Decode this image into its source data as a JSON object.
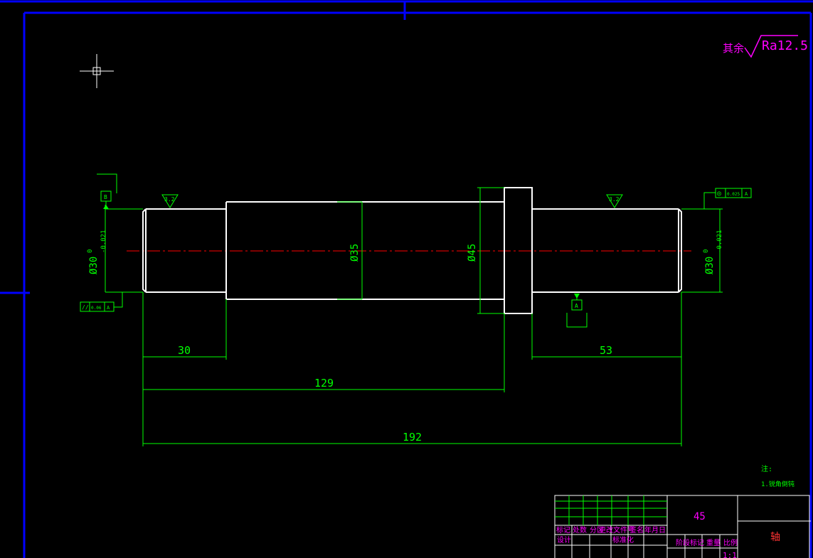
{
  "colors": {
    "background": "#000000",
    "frame": "#0000ff",
    "outline": "#ffffff",
    "dimension": "#00ff00",
    "annotation": "#ff00ff",
    "centerline": "#ff0000"
  },
  "roughness": {
    "prefix": "其余",
    "value": "Ra12.5",
    "local": [
      "3.2",
      "3.2"
    ]
  },
  "diameters": {
    "left_journal": "Ø30",
    "left_tol_upper": "0",
    "left_tol_lower": "-0.021",
    "middle": "Ø35",
    "collar": "Ø45",
    "right_journal": "Ø30",
    "right_tol_upper": "0",
    "right_tol_lower": "-0.021"
  },
  "lengths": {
    "left_step": "30",
    "right_step": "53",
    "to_collar": "129",
    "overall": "192"
  },
  "datums": {
    "left": "B",
    "right": "A"
  },
  "tolerances": {
    "parallel_symbol": "//",
    "parallel_value": "0.06",
    "parallel_datum": "A",
    "concentric_symbol": "◎",
    "concentric_value": "0.025",
    "concentric_datum": "A"
  },
  "notes": {
    "heading": "注:",
    "line1": "1.锐角倒钝"
  },
  "title_block": {
    "material": "45",
    "part_name": "轴",
    "row_labels": {
      "mark": "标记",
      "count": "处数",
      "zone": "分区",
      "doc": "更改文件号",
      "sign": "签名",
      "date": "年月日",
      "design": "设计",
      "standard": "标准化",
      "stage": "阶段标记",
      "weight": "重量",
      "scale": "比例",
      "scale_value": "1:1"
    }
  }
}
